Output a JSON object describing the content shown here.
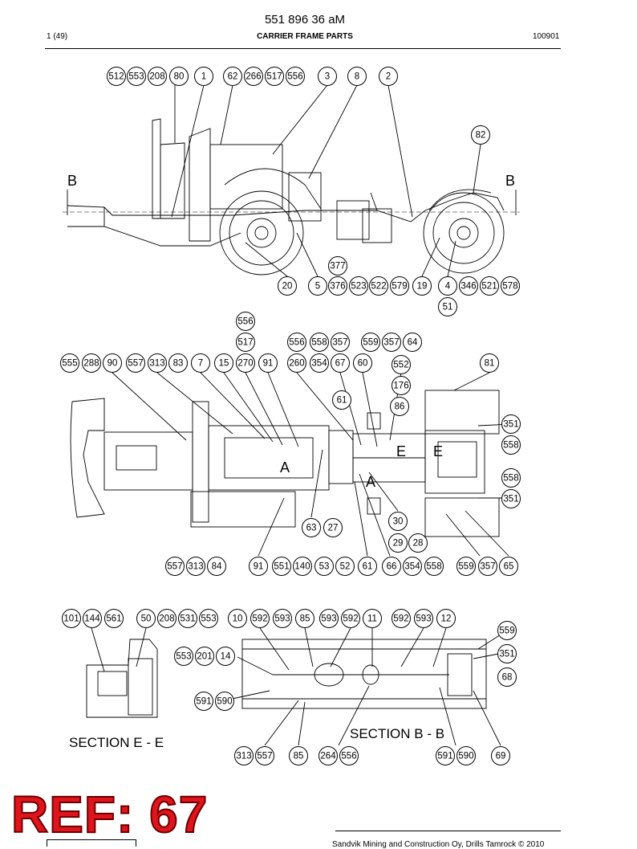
{
  "header": {
    "doc_number": "551 896 36 aM",
    "page": "1 (49)",
    "title": "CARRIER FRAME PARTS",
    "date_code": "100901"
  },
  "section_labels": {
    "b_left": "B",
    "b_right": "B",
    "a_left": "A",
    "a_right": "A",
    "e_left": "E",
    "e_right": "E",
    "section_ee": "SECTION  E - E",
    "section_bb": "SECTION  B - B"
  },
  "reference": "REF: 67",
  "footer": {
    "copyright": "Sandvik Mining and Construction Oy, Drills Tamrock © 2010"
  },
  "view1_callouts": [
    "512",
    "553",
    "208",
    "80",
    "1",
    "62",
    "266",
    "517",
    "556",
    "3",
    "8",
    "2",
    "82",
    "377",
    "20",
    "5",
    "376",
    "523",
    "522",
    "579",
    "19",
    "4",
    "346",
    "521",
    "578",
    "51"
  ],
  "view2_callouts": [
    "556",
    "517",
    "556",
    "558",
    "357",
    "559",
    "357",
    "64",
    "555",
    "288",
    "90",
    "557",
    "313",
    "83",
    "7",
    "15",
    "270",
    "91",
    "260",
    "354",
    "67",
    "60",
    "552",
    "81",
    "176",
    "61",
    "86",
    "351",
    "558",
    "558",
    "351",
    "30",
    "63",
    "27",
    "29",
    "28",
    "557",
    "313",
    "84",
    "91",
    "551",
    "140",
    "53",
    "52",
    "61",
    "66",
    "354",
    "558",
    "559",
    "357",
    "65"
  ],
  "view3_callouts": [
    "101",
    "144",
    "561",
    "50",
    "208",
    "531",
    "553",
    "10",
    "592",
    "593",
    "85",
    "593",
    "592",
    "11",
    "592",
    "593",
    "12",
    "559",
    "553",
    "201",
    "14",
    "351",
    "68",
    "591",
    "590",
    "313",
    "557",
    "85",
    "264",
    "556",
    "591",
    "590",
    "69"
  ]
}
